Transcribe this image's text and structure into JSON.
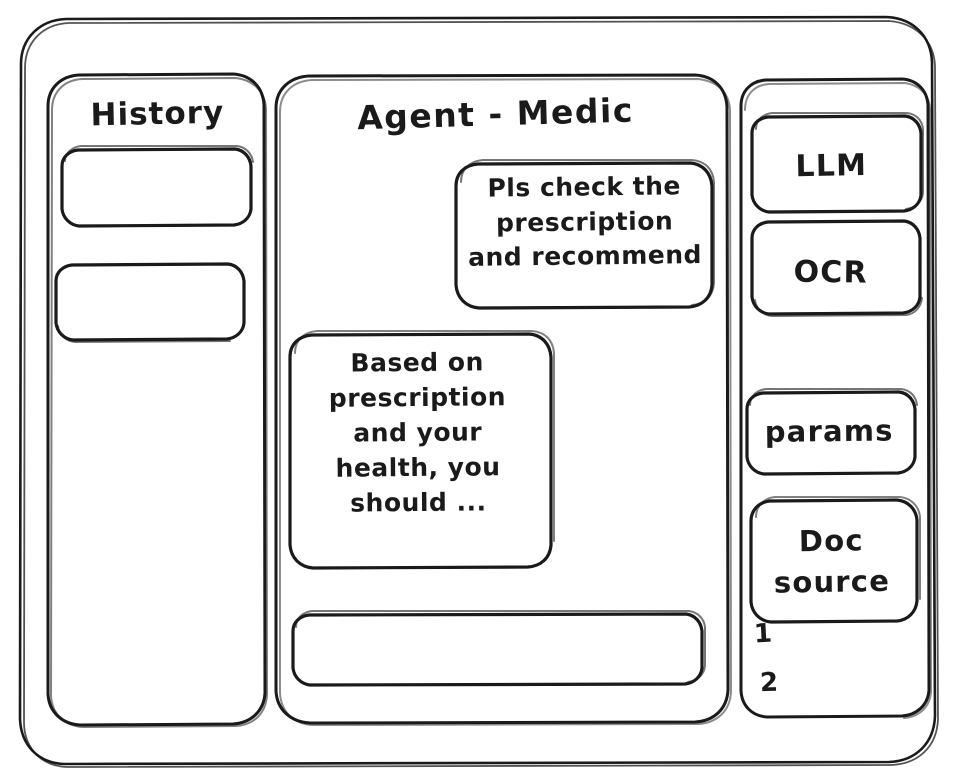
{
  "window": {
    "style": "hand-drawn-wireframe",
    "stroke_color": "#1a1a1a",
    "background_color": "#ffffff"
  },
  "history_panel": {
    "title": "History",
    "items": [
      {
        "label": "",
        "name": "history-item-1"
      },
      {
        "label": "",
        "name": "history-item-2"
      }
    ]
  },
  "main_panel": {
    "title": "Agent - Medic",
    "messages": [
      {
        "role": "user",
        "align": "right",
        "text": "Pls check the\nprescription\nand recommend"
      },
      {
        "role": "agent",
        "align": "left",
        "text": "Based on\nprescription\nand your\nhealth, you\nshould ..."
      }
    ],
    "composer": {
      "value": "",
      "placeholder": ""
    }
  },
  "tools_panel": {
    "buttons": [
      {
        "label": "LLM"
      },
      {
        "label": "OCR"
      },
      {
        "label": "params"
      },
      {
        "label": "Doc\nsource"
      }
    ],
    "doc_sources": [
      {
        "label": "1"
      },
      {
        "label": "2"
      }
    ]
  }
}
